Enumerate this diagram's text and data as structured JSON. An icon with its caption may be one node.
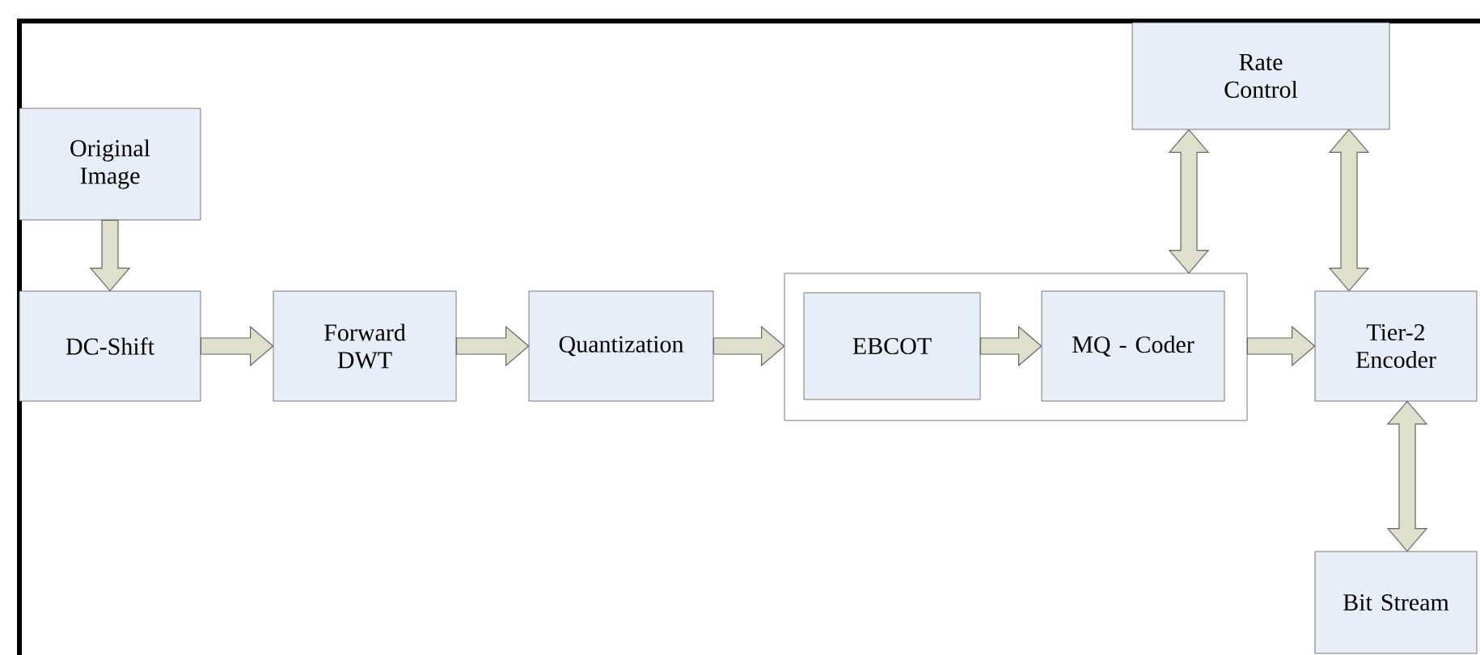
{
  "diagram": {
    "nodes": [
      {
        "text": [
          "Original Image"
        ]
      },
      {
        "text": [
          "DC-Shift"
        ]
      },
      {
        "text": [
          "Forward DWT"
        ]
      },
      {
        "text": [
          "Quantization"
        ]
      },
      {
        "text": [],
        "shape": "box"
      },
      {
        "text": [
          "EBCOT"
        ],
        "in": 4
      },
      {
        "text": [
          "MQ - Coder"
        ],
        "in": 4
      },
      {
        "text": [
          "Rate Control"
        ]
      },
      {
        "text": [
          "Tier-2 Encoder"
        ]
      },
      {
        "text": [
          "Bit Stream"
        ]
      }
    ],
    "edges": [
      {
        "from": 0,
        "to": 1,
        "arrow": "to"
      },
      {
        "from": 1,
        "to": 2,
        "arrow": "to"
      },
      {
        "from": 2,
        "to": 3,
        "arrow": "to"
      },
      {
        "from": 3,
        "to": 4,
        "arrow": "to"
      },
      {
        "from": 5,
        "to": 6,
        "arrow": "to"
      },
      {
        "from": 4,
        "to": 8,
        "arrow": "to"
      },
      {
        "from": 7,
        "to": 4,
        "arrow": "both"
      },
      {
        "from": 7,
        "to": 8,
        "arrow": "both"
      },
      {
        "from": 8,
        "to": 9,
        "arrow": "both"
      }
    ]
  }
}
